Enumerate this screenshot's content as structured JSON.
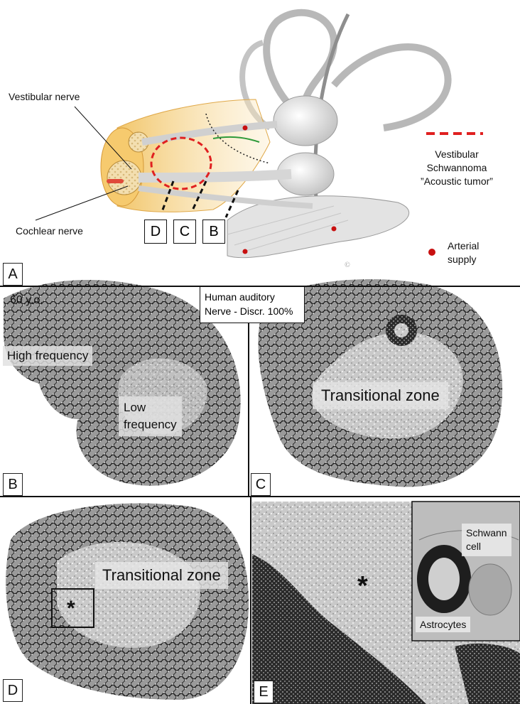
{
  "panelA": {
    "letter": "A",
    "vestibular_nerve": "Vestibular nerve",
    "cochlear_nerve": "Cochlear nerve",
    "legend_tumor_line1": "Vestibular",
    "legend_tumor_line2": "Schwannoma",
    "legend_tumor_line3": "”Acoustic tumor”",
    "legend_arterial_line1": "Arterial",
    "legend_arterial_line2": "supply",
    "section_d": "D",
    "section_c": "C",
    "section_b": "B",
    "tumor_color": "#e02020",
    "artery_color": "#c81010"
  },
  "panelB": {
    "letter": "B",
    "age": "60 y.o.",
    "high_frequency": "High frequency",
    "low_line1": "Low",
    "low_line2": "frequency"
  },
  "header_box": {
    "line1": "Human auditory",
    "line2": "Nerve - Discr. 100%"
  },
  "panelC": {
    "letter": "C",
    "transitional_zone": "Transitional zone"
  },
  "panelD": {
    "letter": "D",
    "transitional_zone": "Transitional zone",
    "asterisk": "*"
  },
  "panelE": {
    "letter": "E",
    "asterisk": "*",
    "schwann_line1": "Schwann",
    "schwann_line2": "cell",
    "astrocytes": "Astrocytes"
  }
}
